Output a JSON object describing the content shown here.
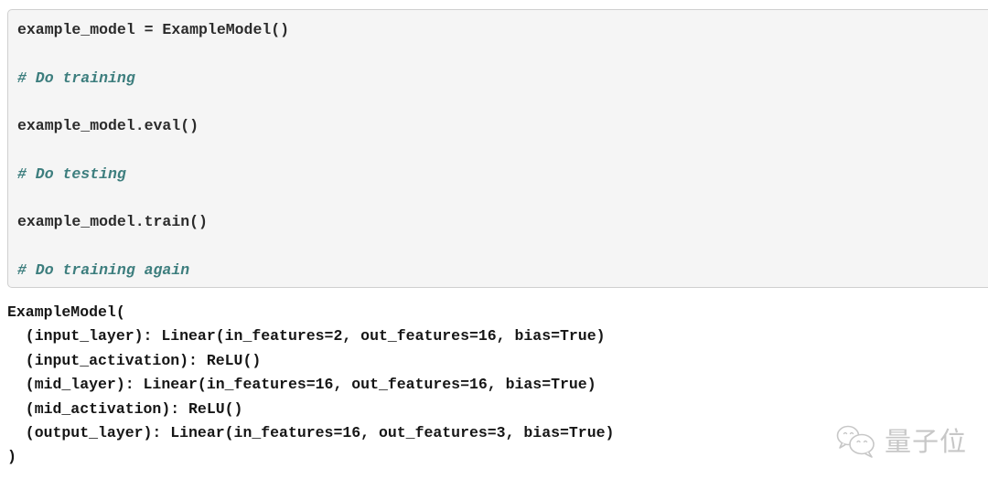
{
  "cell_input": {
    "language": "python",
    "lines": [
      {
        "type": "code",
        "text": "example_model = ExampleModel()"
      },
      {
        "type": "blank",
        "text": ""
      },
      {
        "type": "comment",
        "text": "# Do training"
      },
      {
        "type": "blank",
        "text": ""
      },
      {
        "type": "code",
        "text": "example_model.eval()"
      },
      {
        "type": "blank",
        "text": ""
      },
      {
        "type": "comment",
        "text": "# Do testing"
      },
      {
        "type": "blank",
        "text": ""
      },
      {
        "type": "code",
        "text": "example_model.train()"
      },
      {
        "type": "blank",
        "text": ""
      },
      {
        "type": "comment",
        "text": "# Do training again"
      }
    ]
  },
  "cell_output": {
    "lines": [
      "ExampleModel(",
      "  (input_layer): Linear(in_features=2, out_features=16, bias=True)",
      "  (input_activation): ReLU()",
      "  (mid_layer): Linear(in_features=16, out_features=16, bias=True)",
      "  (mid_activation): ReLU()",
      "  (output_layer): Linear(in_features=16, out_features=3, bias=True)",
      ")"
    ]
  },
  "watermark": {
    "label": "量子位",
    "icon": "wechat-chat-bubbles-icon"
  },
  "colors": {
    "cell_background": "#f5f5f5",
    "cell_border": "#cfcfcf",
    "code_text": "#2b2b2b",
    "comment_text": "#3d7e7e",
    "output_text": "#161616",
    "watermark": "#c7c7c7"
  }
}
